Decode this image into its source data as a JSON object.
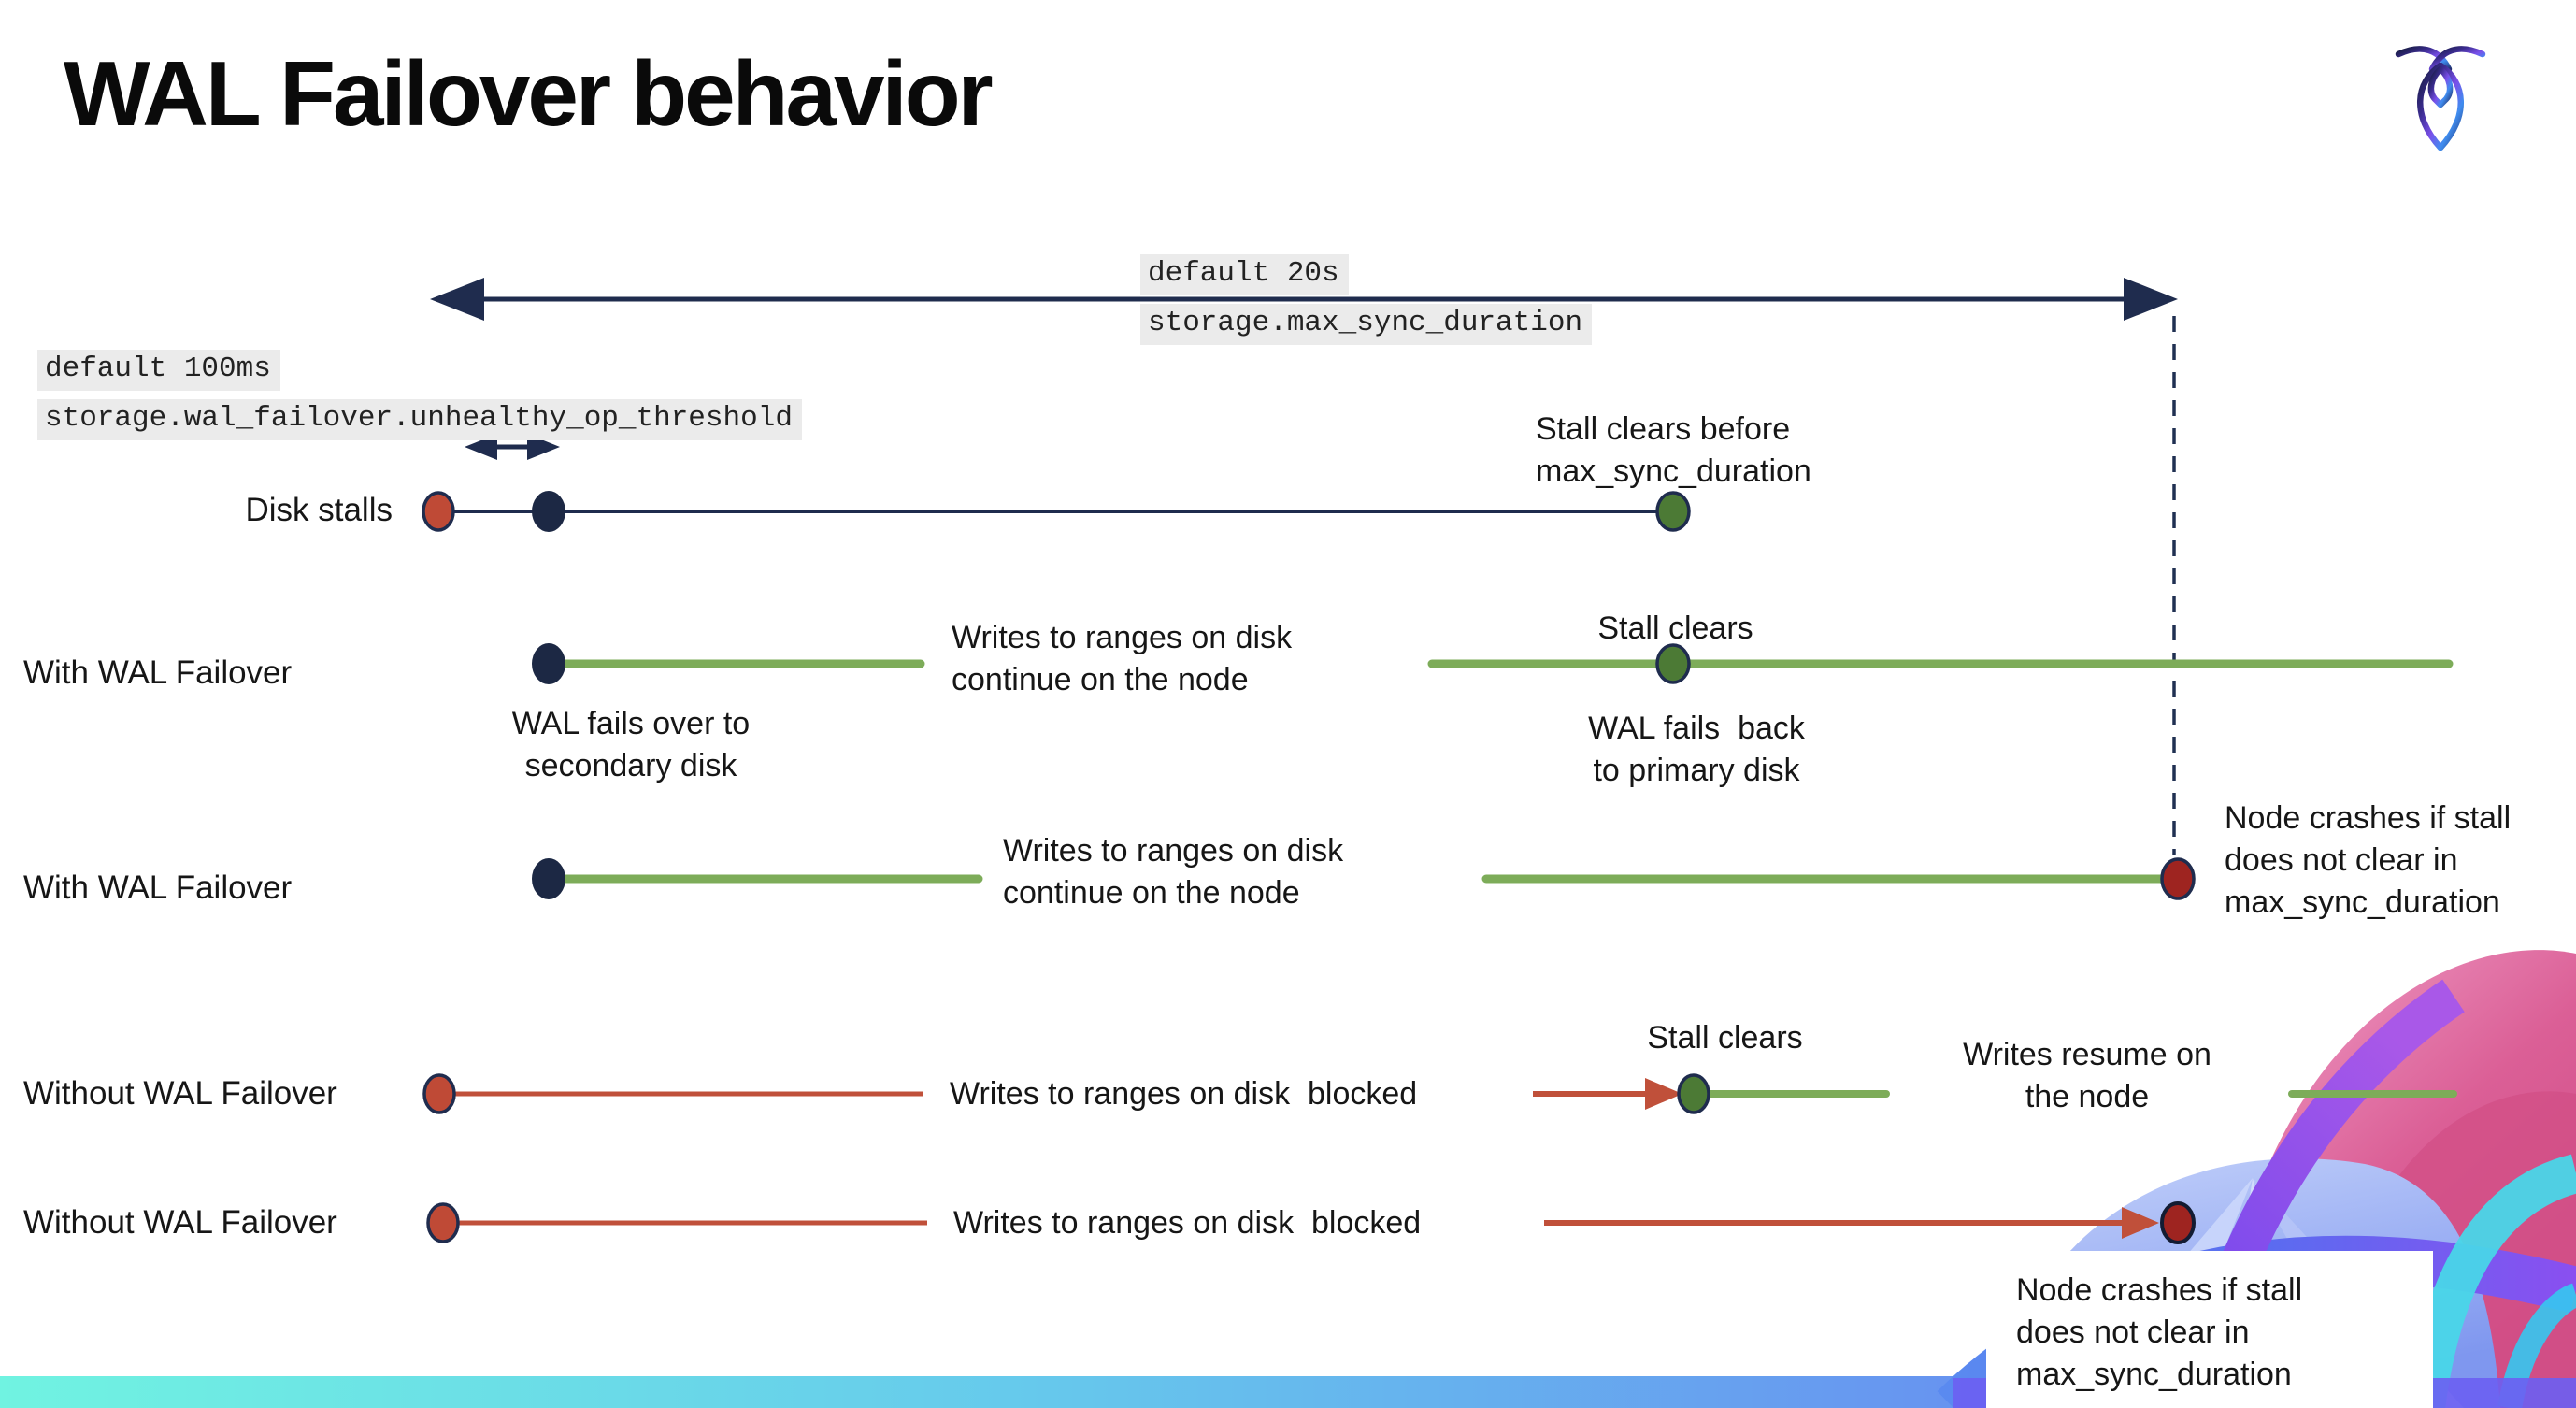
{
  "title": "WAL Failover behavior",
  "logo": {
    "icon": "cockroachdb-logo"
  },
  "colors": {
    "navy": "#1f2c4e",
    "green_line": "#7dac59",
    "green_dot": "#4c7a35",
    "red_line": "#c0503a",
    "red_dot": "#bf4a36",
    "crash_red": "#9e2420",
    "label_bg": "#ebebeb",
    "bar_gradient": [
      "#70f3e1",
      "#66c9ec",
      "#6795f0",
      "#6f63f2"
    ]
  },
  "config_labels": {
    "max_sync": {
      "l1": "default 20s",
      "l2": "storage.max_sync_duration"
    },
    "threshold": {
      "l1": "default 100ms",
      "l2": "storage.wal_failover.unhealthy_op_threshold"
    }
  },
  "rows": [
    {
      "label": "Disk stalls"
    },
    {
      "label": "With WAL Failover"
    },
    {
      "label": "With WAL Failover"
    },
    {
      "label": "Without WAL Failover"
    },
    {
      "label": "Without WAL Failover"
    }
  ],
  "events": {
    "stall_clears_before": "Stall clears before\nmax_sync_duration",
    "wal_fails_over": "WAL fails over to\nsecondary disk",
    "writes_continue_1": "Writes to ranges on disk\ncontinue on the node",
    "stall_clears_1": "Stall clears",
    "wal_fails_back": "WAL fails  back\nto primary disk",
    "writes_continue_2": "Writes to ranges on disk\ncontinue on the node",
    "node_crashes_1": "Node crashes if stall\ndoes not clear in\nmax_sync_duration",
    "writes_blocked_1": "Writes to ranges on disk  blocked",
    "stall_clears_2": "Stall clears",
    "writes_resume": "Writes resume on\nthe node",
    "writes_blocked_2": "Writes to ranges on disk  blocked",
    "node_crashes_2": "Node crashes if stall\ndoes not clear in\nmax_sync_duration"
  }
}
